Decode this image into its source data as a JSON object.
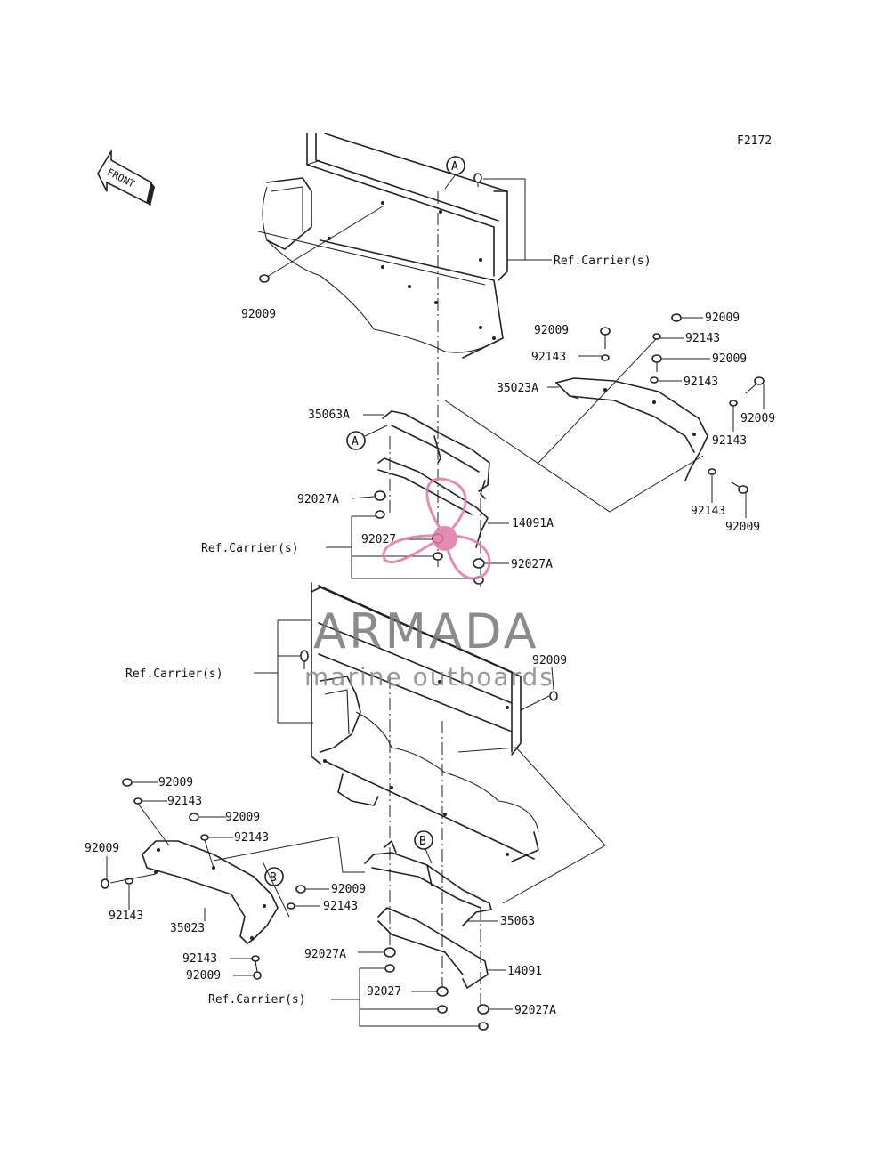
{
  "figure_code": "F2172",
  "front_label": "FRONT",
  "ref_carrier_label": "Ref.Carrier(s)",
  "callout_a": "A",
  "callout_b": "B",
  "parts": {
    "p92009": "92009",
    "p92143": "92143",
    "p35023A": "35023A",
    "p35023": "35023",
    "p35063A": "35063A",
    "p35063": "35063",
    "p14091A": "14091A",
    "p14091": "14091",
    "p92027": "92027",
    "p92027A": "92027A"
  },
  "watermark": {
    "brand": "ARMADA",
    "tagline": "marine outboards",
    "color": "#e07aa8"
  }
}
